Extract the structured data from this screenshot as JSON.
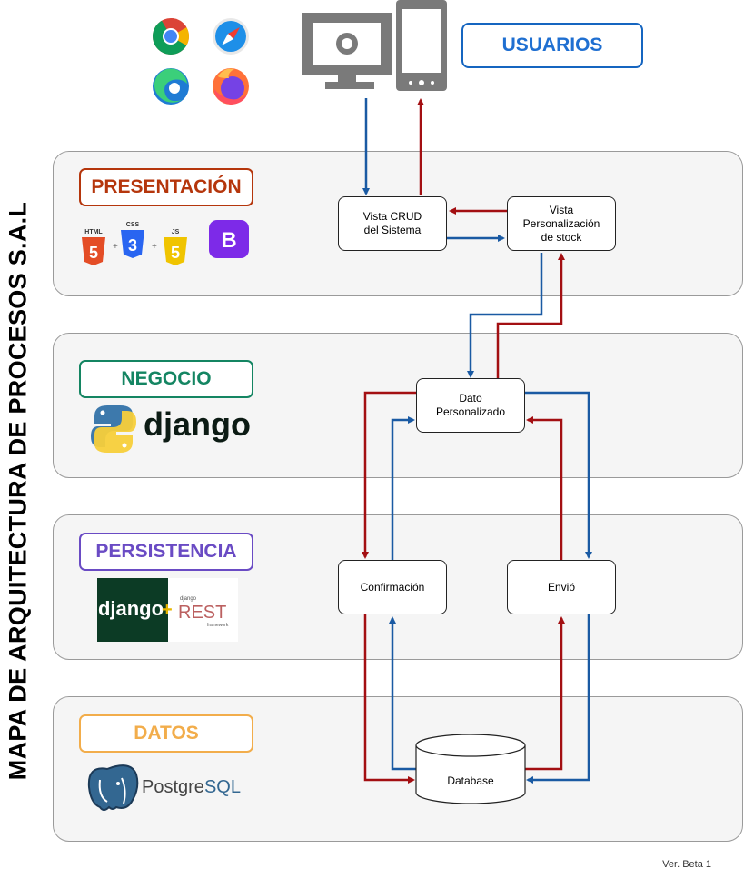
{
  "title": "MAPA DE ARQUITECTURA DE PROCESOS S.A.L",
  "users_label": "USUARIOS",
  "layers": {
    "presentacion": {
      "label": "PRESENTACIÓN",
      "color": "#b5360c"
    },
    "negocio": {
      "label": "NEGOCIO",
      "color": "#148562"
    },
    "persistencia": {
      "label": "PERSISTENCIA",
      "color": "#6a4bc4"
    },
    "datos": {
      "label": "DATOS",
      "color": "#f2ad4b"
    }
  },
  "nodes": {
    "vista_crud": "Vista CRUD\ndel Sistema",
    "vista_stock": "Vista\nPersonalización\nde stock",
    "dato_personalizado": "Dato\nPersonalizado",
    "confirmacion": "Confirmación",
    "envio": "Envió",
    "database": "Database"
  },
  "logos": {
    "html": "HTML",
    "css": "CSS",
    "js": "JS",
    "html_num": "5",
    "css_num": "3",
    "js_num": "5",
    "bootstrap": "B",
    "django": "django",
    "django_rest_small": "django",
    "rest": "REST",
    "framework": "framework",
    "postgres_a": "Postgre",
    "postgres_b": "SQL",
    "plus": "+"
  },
  "icons": [
    "chrome-icon",
    "safari-icon",
    "edge-icon",
    "firefox-icon",
    "desktop-monitor-icon",
    "mobile-phone-icon"
  ],
  "colors": {
    "flow_down": "#1a5aa3",
    "flow_up": "#a30f12"
  },
  "version": "Ver. Beta 1"
}
